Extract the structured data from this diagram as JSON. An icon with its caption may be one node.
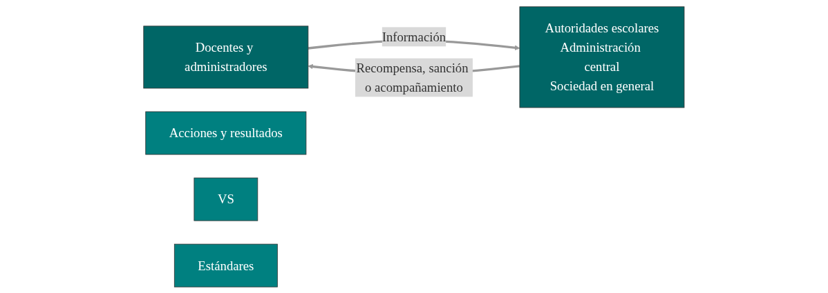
{
  "diagram": {
    "nodes": [
      {
        "text": [
          "Docentes y administradores"
        ]
      },
      {
        "text": [
          "Acciones y resultados"
        ]
      },
      {
        "text": [
          "VS"
        ]
      },
      {
        "text": [
          "Estándares"
        ]
      },
      {
        "text": [
          "Autoridades escolares",
          "Administración central",
          "Sociedad en general"
        ]
      }
    ],
    "edges": [
      {
        "from": 0,
        "to": 4,
        "arrow": "to",
        "label": "Información"
      },
      {
        "from": 4,
        "to": 0,
        "arrow": "to",
        "label": "Recompensa, sanción o acompañamiento"
      }
    ]
  }
}
